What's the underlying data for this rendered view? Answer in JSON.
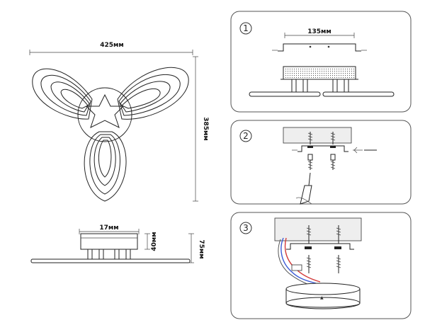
{
  "dimensions": {
    "width_label": "425мм",
    "height_label": "385мм",
    "mount_width_label": "17мм",
    "body_height_label": "40мм",
    "total_height_label": "75мм",
    "bracket_width_label": "135мм"
  },
  "steps": [
    {
      "number": "1"
    },
    {
      "number": "2"
    },
    {
      "number": "3"
    }
  ],
  "colors": {
    "wire_blue": "#3b5bd6",
    "wire_red": "#d23a3a",
    "line": "#222222"
  }
}
